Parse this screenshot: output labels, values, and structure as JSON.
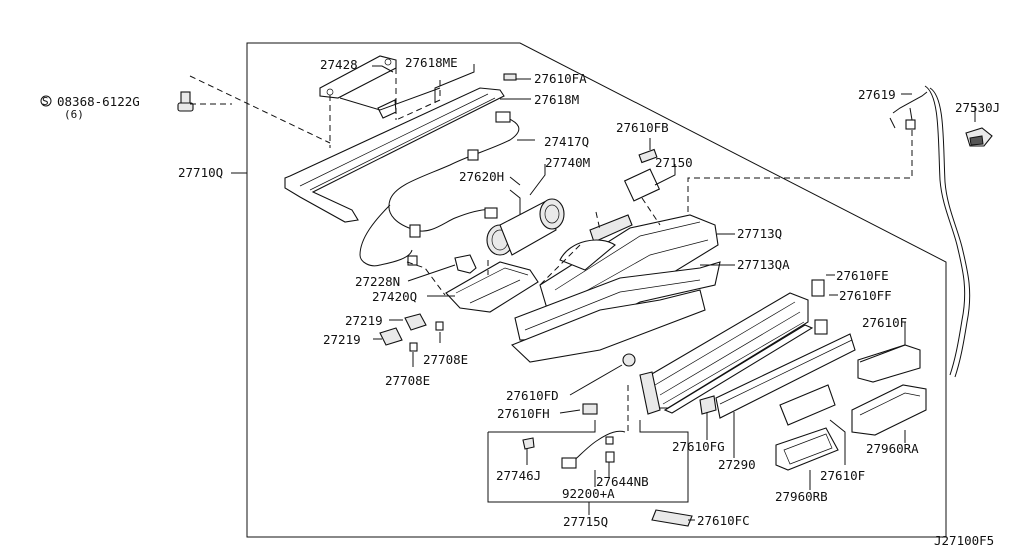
{
  "callouts": {
    "c27428": "27428",
    "c27618ME": "27618ME",
    "c27610FA": "27610FA",
    "c27618M": "27618M",
    "c08368": "08368-6122G",
    "c08368_s": "S",
    "c08368_qty": "(6)",
    "c27417Q": "27417Q",
    "c27710Q": "27710Q",
    "c27610FB": "27610FB",
    "c27150": "27150",
    "c27740M": "27740M",
    "c27620H": "27620H",
    "c27713Q": "27713Q",
    "c27713QA": "27713QA",
    "c27228N": "27228N",
    "c27420Q": "27420Q",
    "c27219a": "27219",
    "c27219b": "27219",
    "c27708Ea": "27708E",
    "c27708Eb": "27708E",
    "c27610FE": "27610FE",
    "c27610FF": "27610FF",
    "c27610F_a": "27610F",
    "c27610FD": "27610FD",
    "c27610FH": "27610FH",
    "c27610FG": "27610FG",
    "c27290": "27290",
    "c27960RA": "27960RA",
    "c27610F_b": "27610F",
    "c27960RB": "27960RB",
    "c27746J": "27746J",
    "c27644NB": "27644NB",
    "c92200A": "92200+A",
    "c27715Q": "27715Q",
    "c27610FC": "27610FC",
    "c27619": "27619",
    "c27530J": "27530J",
    "diagram_code": "J27100F5"
  }
}
